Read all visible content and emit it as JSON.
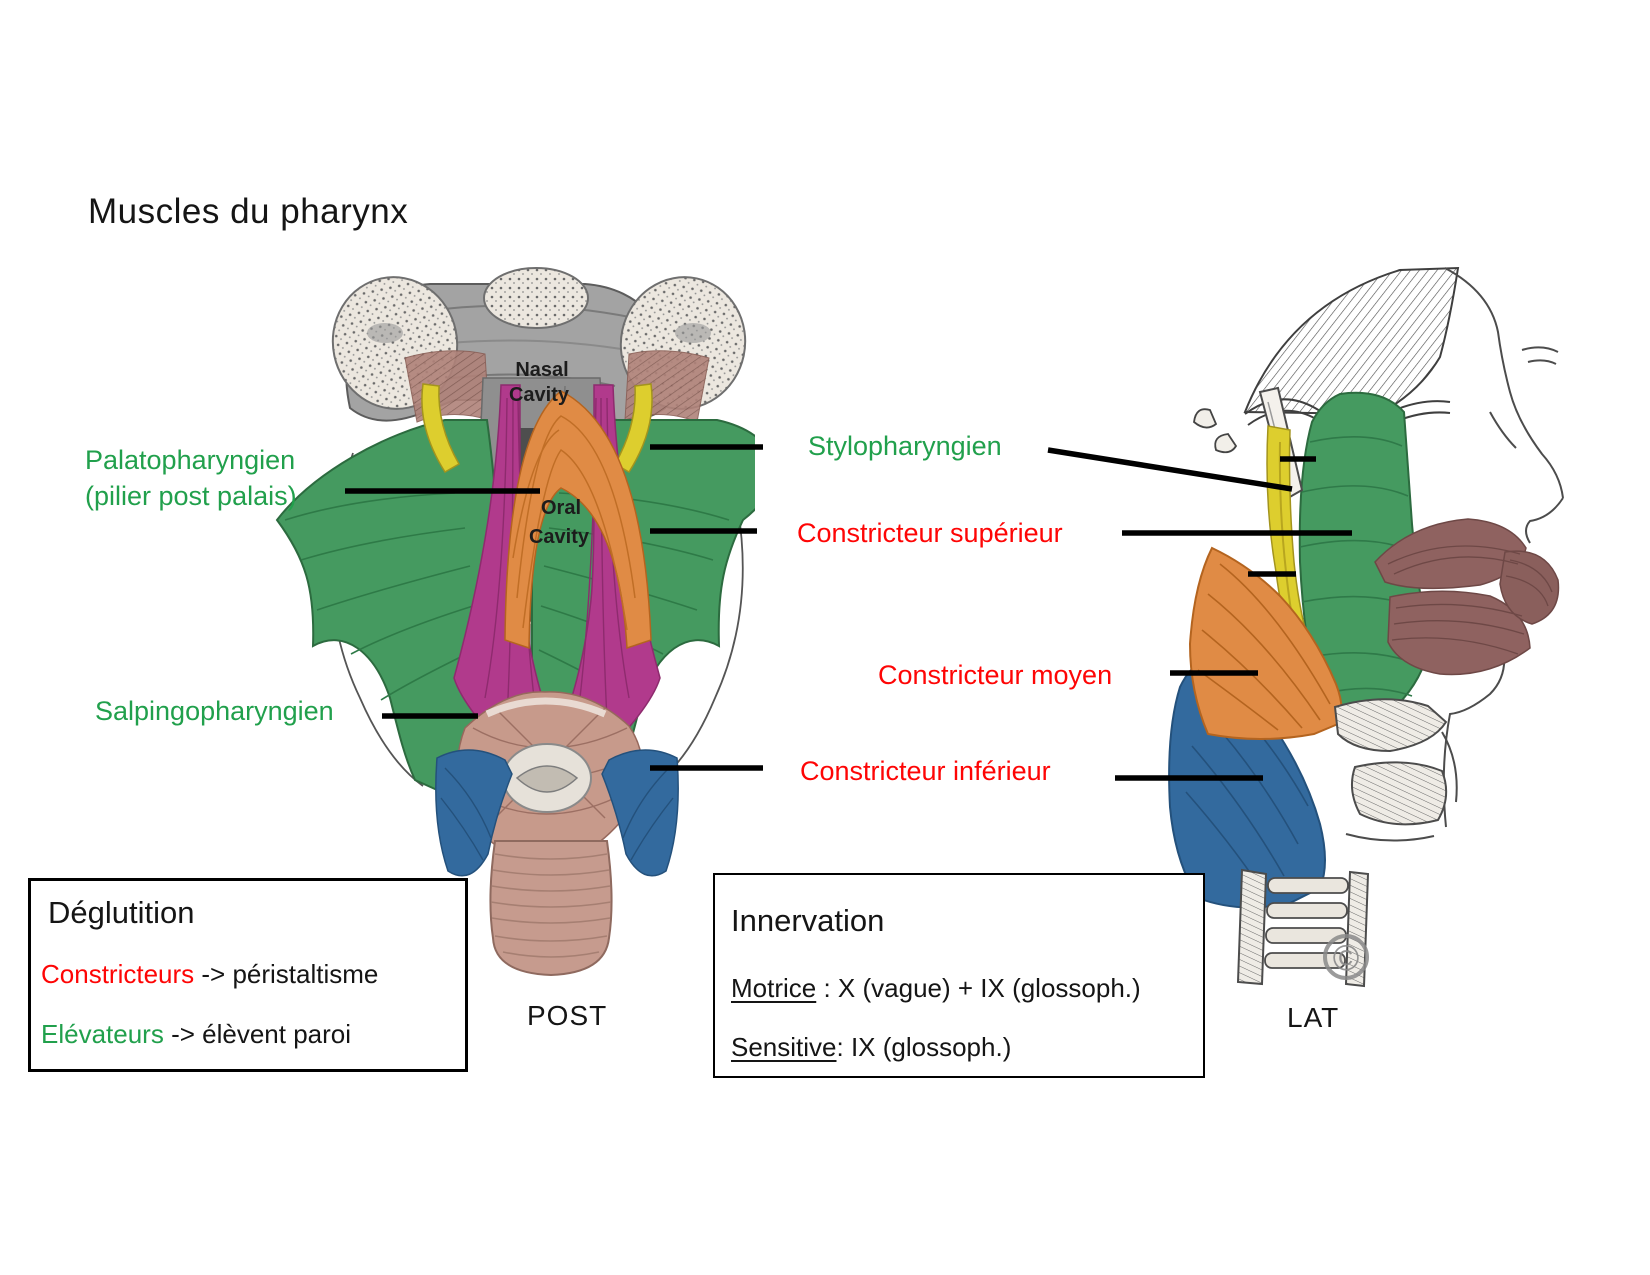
{
  "title": "Muscles du pharynx",
  "colors": {
    "label_green": "#21a04c",
    "label_red": "#fe0505",
    "muscle_green": "#459a60",
    "muscle_magenta": "#b13a8c",
    "muscle_orange": "#e08b45",
    "muscle_yellow": "#ddce2e",
    "muscle_blue": "#336a9e",
    "muscle_tan": "#c79a8b"
  },
  "left_labels": {
    "palatopharyngien_line1": "Palatopharyngien",
    "palatopharyngien_line2": "(pilier post palais)",
    "salpingopharyngien": "Salpingopharyngien"
  },
  "right_labels": {
    "stylopharyngien": "Stylopharyngien",
    "constricteur_superieur": "Constricteur supérieur",
    "constricteur_moyen": "Constricteur moyen",
    "constricteur_inferieur": "Constricteur inférieur"
  },
  "posterior_figure": {
    "nasal_cavity_line1": "Nasal",
    "nasal_cavity_line2": "Cavity",
    "oral_cavity_line1": "Oral",
    "oral_cavity_line2": "Cavity",
    "caption": "POST"
  },
  "lateral_figure": {
    "caption": "LAT",
    "watermark": "©"
  },
  "deglutition_box": {
    "title": "Déglutition",
    "row1_term": "Constricteurs",
    "row1_rest": " -> péristaltisme",
    "row2_term": "Elévateurs",
    "row2_rest": " -> élèvent paroi"
  },
  "innervation_box": {
    "title": "Innervation",
    "row1_term": "Motrice",
    "row1_rest": " : X (vague) + IX (glossoph.)",
    "row2_term": "Sensitive",
    "row2_rest": ": IX (glossoph.)"
  }
}
